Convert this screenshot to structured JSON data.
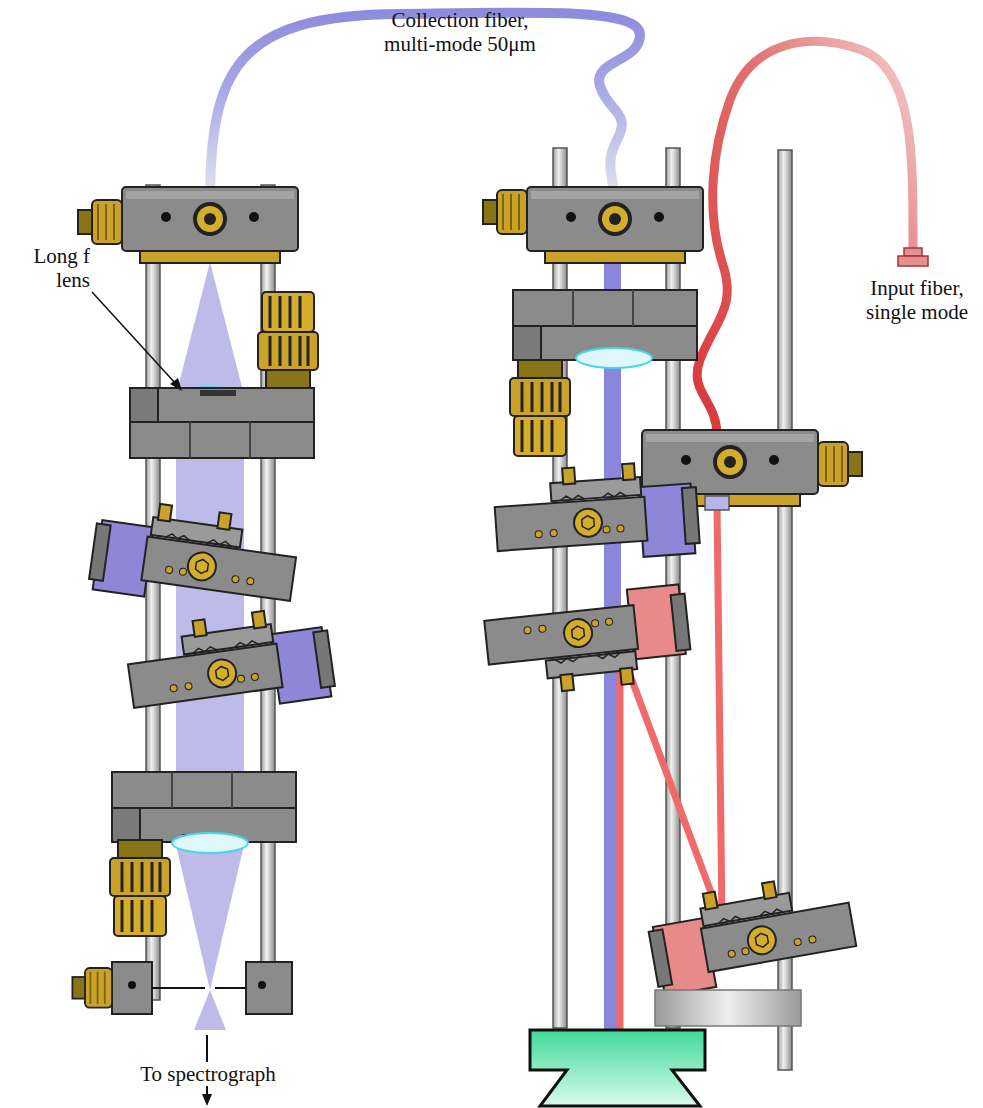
{
  "diagram": {
    "labels": [
      "Collection fiber, multi-mode 50μm",
      "Long f lens",
      "Input fiber, single mode",
      "To spectrograph"
    ]
  }
}
